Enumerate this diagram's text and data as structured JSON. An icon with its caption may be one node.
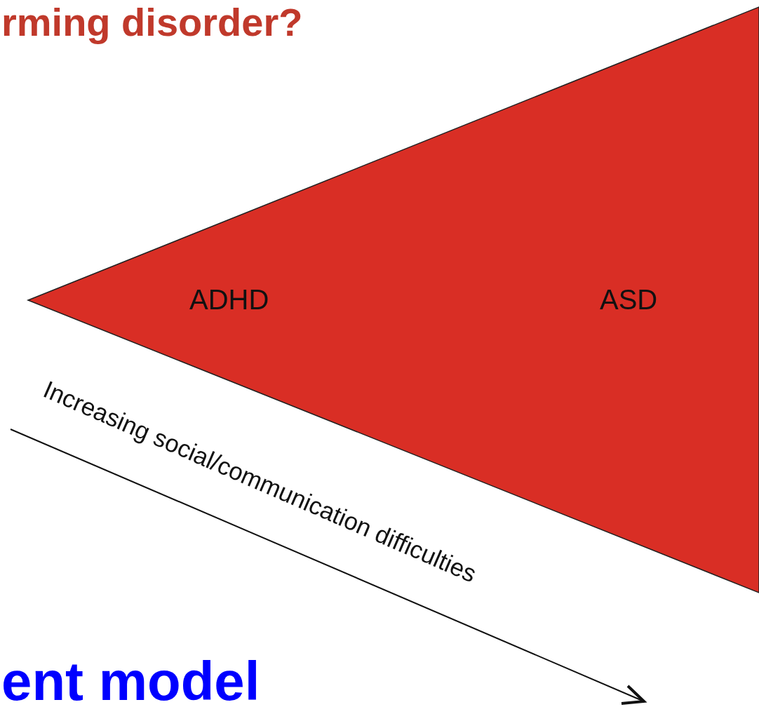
{
  "diagram": {
    "nodes": [
      {
        "text": [
          "ADHD",
          "ASD"
        ]
      }
    ],
    "edges": [],
    "labels": [
      "rming disorder?",
      "Increasing social/communication difficulties",
      "ent model"
    ]
  }
}
